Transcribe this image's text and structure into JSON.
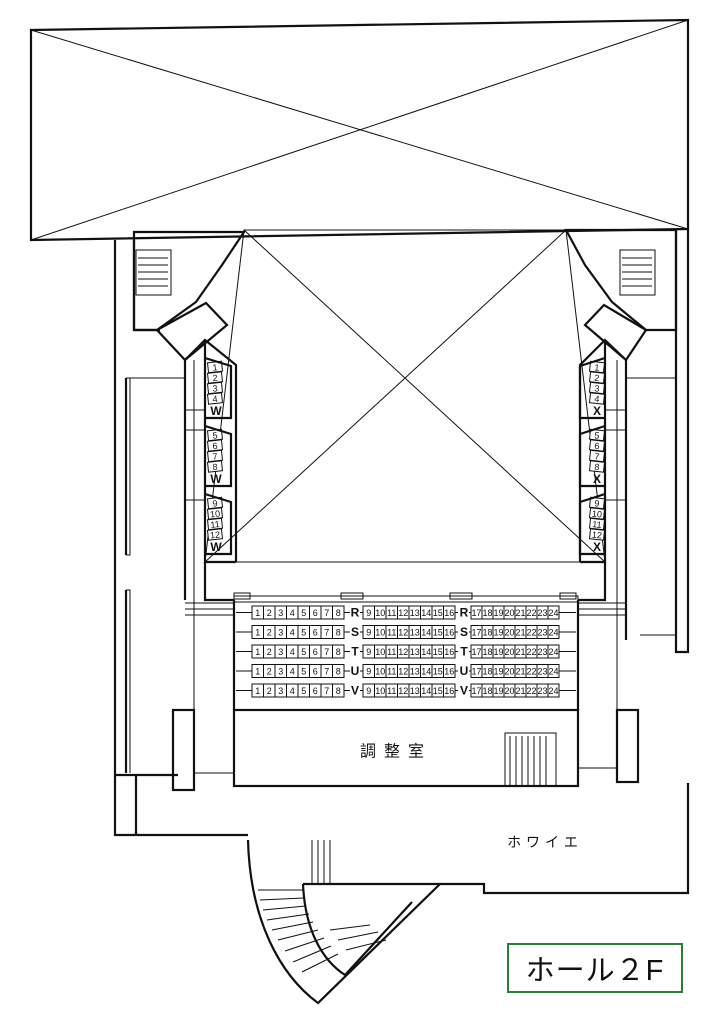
{
  "floor_label": "ホール２F",
  "rooms": {
    "control_room": "調整室",
    "foyer": "ホワイエ"
  },
  "center_rows": [
    {
      "letter": "R",
      "label_after_left": true,
      "label_after_right": true,
      "left": [
        "1",
        "2",
        "3",
        "4",
        "5",
        "6",
        "7",
        "8"
      ],
      "middle": [
        "9",
        "10",
        "11",
        "12",
        "13",
        "14",
        "15",
        "16"
      ],
      "right": [
        "17",
        "18",
        "19",
        "20",
        "21",
        "22",
        "23",
        "24"
      ]
    },
    {
      "letter": "S",
      "label_after_left": true,
      "label_after_right": true,
      "left": [
        "1",
        "2",
        "3",
        "4",
        "5",
        "6",
        "7",
        "8"
      ],
      "middle": [
        "9",
        "10",
        "11",
        "12",
        "13",
        "14",
        "15",
        "16"
      ],
      "right": [
        "17",
        "18",
        "19",
        "20",
        "21",
        "22",
        "23",
        "24"
      ]
    },
    {
      "letter": "T",
      "label_after_left": true,
      "label_after_right": true,
      "left": [
        "1",
        "2",
        "3",
        "4",
        "5",
        "6",
        "7",
        "8"
      ],
      "middle": [
        "9",
        "10",
        "11",
        "12",
        "13",
        "14",
        "15",
        "16"
      ],
      "right": [
        "17",
        "18",
        "19",
        "20",
        "21",
        "22",
        "23",
        "24"
      ]
    },
    {
      "letter": "U",
      "label_after_left": true,
      "label_after_right": true,
      "left": [
        "1",
        "2",
        "3",
        "4",
        "5",
        "6",
        "7",
        "8"
      ],
      "middle": [
        "9",
        "10",
        "11",
        "12",
        "13",
        "14",
        "15",
        "16"
      ],
      "right": [
        "17",
        "18",
        "19",
        "20",
        "21",
        "22",
        "23",
        "24"
      ]
    },
    {
      "letter": "V",
      "label_after_left": true,
      "label_after_right": true,
      "left": [
        "1",
        "2",
        "3",
        "4",
        "5",
        "6",
        "7",
        "8"
      ],
      "middle": [
        "9",
        "10",
        "11",
        "12",
        "13",
        "14",
        "15",
        "16"
      ],
      "right": [
        "17",
        "18",
        "19",
        "20",
        "21",
        "22",
        "23",
        "24"
      ]
    }
  ],
  "side_blocks": [
    {
      "side": "left",
      "letter": "W",
      "seats": [
        "1",
        "2",
        "3",
        "4"
      ]
    },
    {
      "side": "left",
      "letter": "W",
      "seats": [
        "5",
        "6",
        "7",
        "8"
      ]
    },
    {
      "side": "left",
      "letter": "W",
      "seats": [
        "9",
        "10",
        "11",
        "12"
      ]
    },
    {
      "side": "right",
      "letter": "X",
      "seats": [
        "1",
        "2",
        "3",
        "4"
      ]
    },
    {
      "side": "right",
      "letter": "X",
      "seats": [
        "5",
        "6",
        "7",
        "8"
      ]
    },
    {
      "side": "right",
      "letter": "X",
      "seats": [
        "9",
        "10",
        "11",
        "12"
      ]
    }
  ]
}
